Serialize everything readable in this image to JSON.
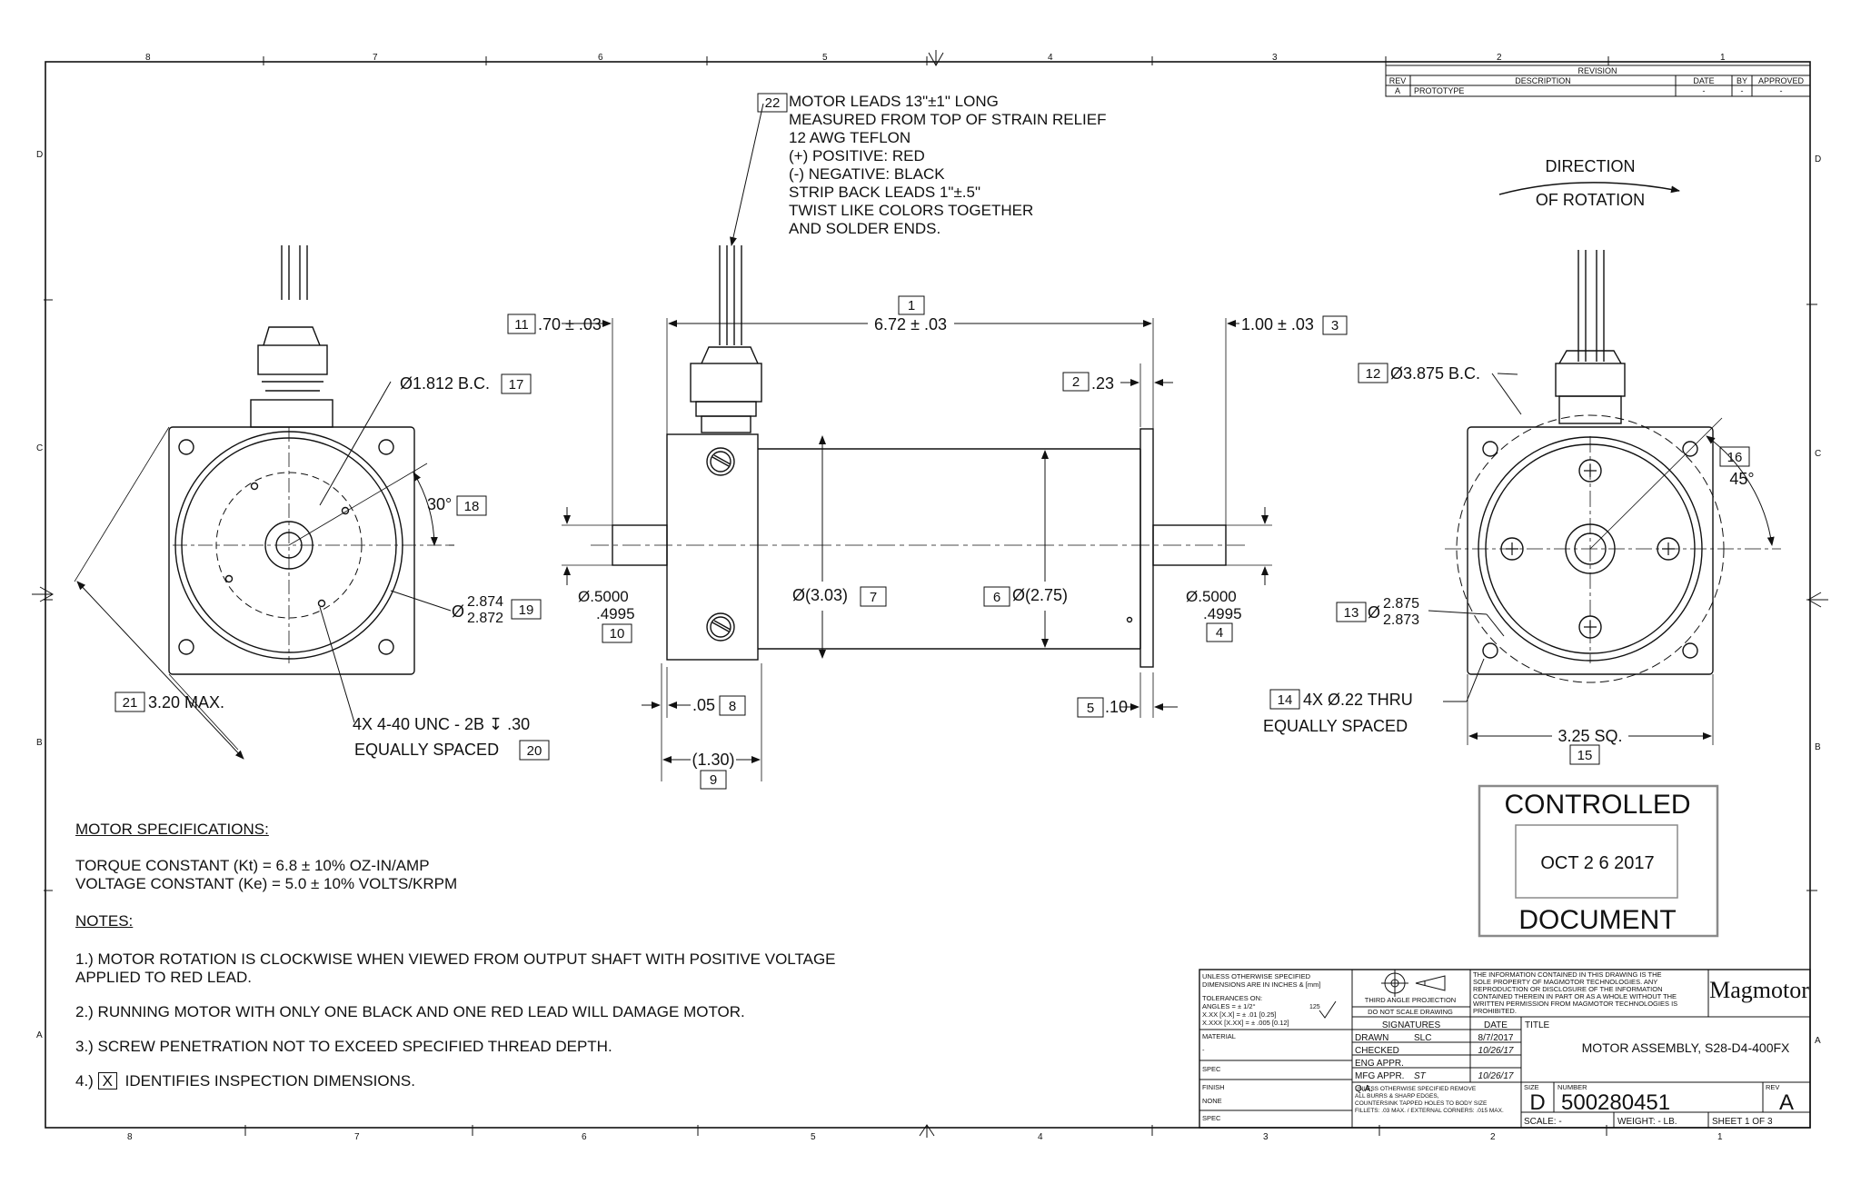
{
  "frame": {
    "zones_top": [
      "8",
      "7",
      "6",
      "5",
      "4",
      "3",
      "2",
      "1"
    ],
    "zones_bottom": [
      "8",
      "7",
      "6",
      "5",
      "4",
      "3",
      "2",
      "1"
    ],
    "zones_left": [
      "D",
      "C",
      "B",
      "A"
    ],
    "zones_right": [
      "D",
      "C",
      "B",
      "A"
    ]
  },
  "revision_block": {
    "title": "REVISION",
    "headers": [
      "REV",
      "DESCRIPTION",
      "DATE",
      "BY",
      "APPROVED"
    ],
    "rows": [
      [
        "A",
        "PROTOTYPE",
        "-",
        "-",
        "-"
      ]
    ]
  },
  "rotation": {
    "line1": "DIRECTION",
    "line2": "OF ROTATION"
  },
  "lead_callout": {
    "number": "22",
    "lines": [
      "MOTOR LEADS 13\"±1\" LONG",
      "MEASURED FROM TOP OF STRAIN RELIEF",
      "12 AWG TEFLON",
      "(+) POSITIVE: RED",
      "(-) NEGATIVE: BLACK",
      "STRIP BACK LEADS 1\"±.5\"",
      "TWIST LIKE COLORS TOGETHER",
      "AND SOLDER ENDS."
    ]
  },
  "dims": {
    "d1": {
      "num": "1",
      "text": "6.72 ± .03"
    },
    "d2": {
      "num": "2",
      "text": ".23"
    },
    "d3": {
      "num": "3",
      "text": "1.00 ± .03"
    },
    "d4": {
      "num": "4",
      "text_top": "Ø.5000",
      "text_bot": ".4995"
    },
    "d5": {
      "num": "5",
      "text": ".10"
    },
    "d6": {
      "num": "6",
      "text": "Ø(2.75)"
    },
    "d7": {
      "num": "7",
      "text": "Ø(3.03)"
    },
    "d8": {
      "num": "8",
      "text": ".05"
    },
    "d9": {
      "num": "9",
      "text": "(1.30)"
    },
    "d10": {
      "num": "10",
      "text_top": "Ø.5000",
      "text_bot": ".4995"
    },
    "d11": {
      "num": "11",
      "text": ".70 ± .03"
    },
    "d12": {
      "num": "12",
      "text": "Ø3.875 B.C."
    },
    "d13": {
      "num": "13",
      "text_top": "2.875",
      "text_bot": "2.873",
      "prefix": "Ø"
    },
    "d14": {
      "num": "14",
      "text": "4X Ø.22 THRU",
      "sub": "EQUALLY SPACED"
    },
    "d15": {
      "num": "15",
      "text": "3.25 SQ."
    },
    "d16": {
      "num": "16",
      "text": "45°"
    },
    "d17": {
      "num": "17",
      "text": "Ø1.812 B.C."
    },
    "d18": {
      "num": "18",
      "text": "30°"
    },
    "d19": {
      "num": "19",
      "text_top": "2.874",
      "text_bot": "2.872",
      "prefix": "Ø"
    },
    "d20": {
      "num": "20",
      "text": "4X 4-40 UNC - 2B ↧ .30",
      "sub": "EQUALLY SPACED"
    },
    "d21": {
      "num": "21",
      "text": "3.20 MAX."
    }
  },
  "stamp": {
    "top": "CONTROLLED",
    "date": "OCT 2 6 2017",
    "bottom": "DOCUMENT",
    "color": "#8a8a8a"
  },
  "specs": {
    "title": "MOTOR SPECIFICATIONS:",
    "lines": [
      "TORQUE CONSTANT (Kt) = 6.8 ± 10% OZ-IN/AMP",
      "VOLTAGE CONSTANT (Ke) = 5.0 ± 10% VOLTS/KRPM"
    ]
  },
  "notes": {
    "title": "NOTES:",
    "n1a": "1.) MOTOR ROTATION IS CLOCKWISE WHEN VIEWED FROM OUTPUT SHAFT WITH POSITIVE VOLTAGE",
    "n1b": "APPLIED TO RED LEAD.",
    "n2": "2.) RUNNING MOTOR WITH ONLY ONE BLACK AND ONE RED LEAD WILL DAMAGE MOTOR.",
    "n3": "3.) SCREW PENETRATION NOT TO EXCEED SPECIFIED THREAD DEPTH.",
    "n4_prefix": "4.)",
    "n4_box": "X",
    "n4_text": "IDENTIFIES INSPECTION DIMENSIONS."
  },
  "title_block": {
    "tol_lines": [
      "UNLESS OTHERWISE SPECIFIED",
      "DIMENSIONS ARE IN INCHES & [mm]",
      "TOLERANCES ON:",
      "ANGLES = ± 1/2°",
      "X.XX [X.X] = ± .01 [0.25]",
      "X.XXX [X.XX] = ± .005 [0.12]"
    ],
    "finish_mark": "125",
    "projection": "THIRD ANGLE PROJECTION",
    "no_scale": "DO NOT SCALE DRAWING",
    "prop_lines": [
      "THE INFORMATION CONTAINED IN THIS DRAWING IS THE",
      "SOLE PROPERTY OF MAGMOTOR TECHNOLOGIES. ANY",
      "REPRODUCTION OR DISCLOSURE OF THE INFORMATION",
      "CONTAINED THEREIN IN PART OR AS A WHOLE WITHOUT THE",
      "WRITTEN PERMISSION FROM MAGMOTOR TECHNOLOGIES IS",
      "PROHIBITED."
    ],
    "logo": "Magmotor",
    "signatures": "SIGNATURES",
    "date_hdr": "DATE",
    "title_hdr": "TITLE",
    "title": "MOTOR ASSEMBLY, S28-D4-400FX",
    "material_hdr": "MATERIAL",
    "material_val": "-",
    "spec_hdr": "SPEC",
    "finish_hdr": "FINISH",
    "finish_val": "NONE",
    "spec2_hdr": "SPEC",
    "rows": [
      {
        "label": "DRAWN",
        "name": "SLC",
        "date": "8/7/2017"
      },
      {
        "label": "CHECKED",
        "name": "",
        "date": "10/26/17"
      },
      {
        "label": "ENG APPR.",
        "name": "",
        "date": ""
      },
      {
        "label": "MFG APPR.",
        "name": "ST",
        "date": "10/26/17"
      },
      {
        "label": "Q.A.",
        "name": "",
        "date": ""
      }
    ],
    "deburr_lines": [
      "UNLESS OTHERWISE SPECIFIED REMOVE",
      "ALL BURRS & SHARP EDGES,",
      "COUNTERSINK TAPPED HOLES TO BODY SIZE",
      "FILLETS: .03 MAX. / EXTERNAL CORNERS: .015 MAX."
    ],
    "size_hdr": "SIZE",
    "size": "D",
    "number_hdr": "NUMBER",
    "number": "500280451",
    "rev_hdr": "REV",
    "rev": "A",
    "scale": "SCALE: -",
    "weight": "WEIGHT: - LB.",
    "sheet": "SHEET  1  OF  3"
  }
}
